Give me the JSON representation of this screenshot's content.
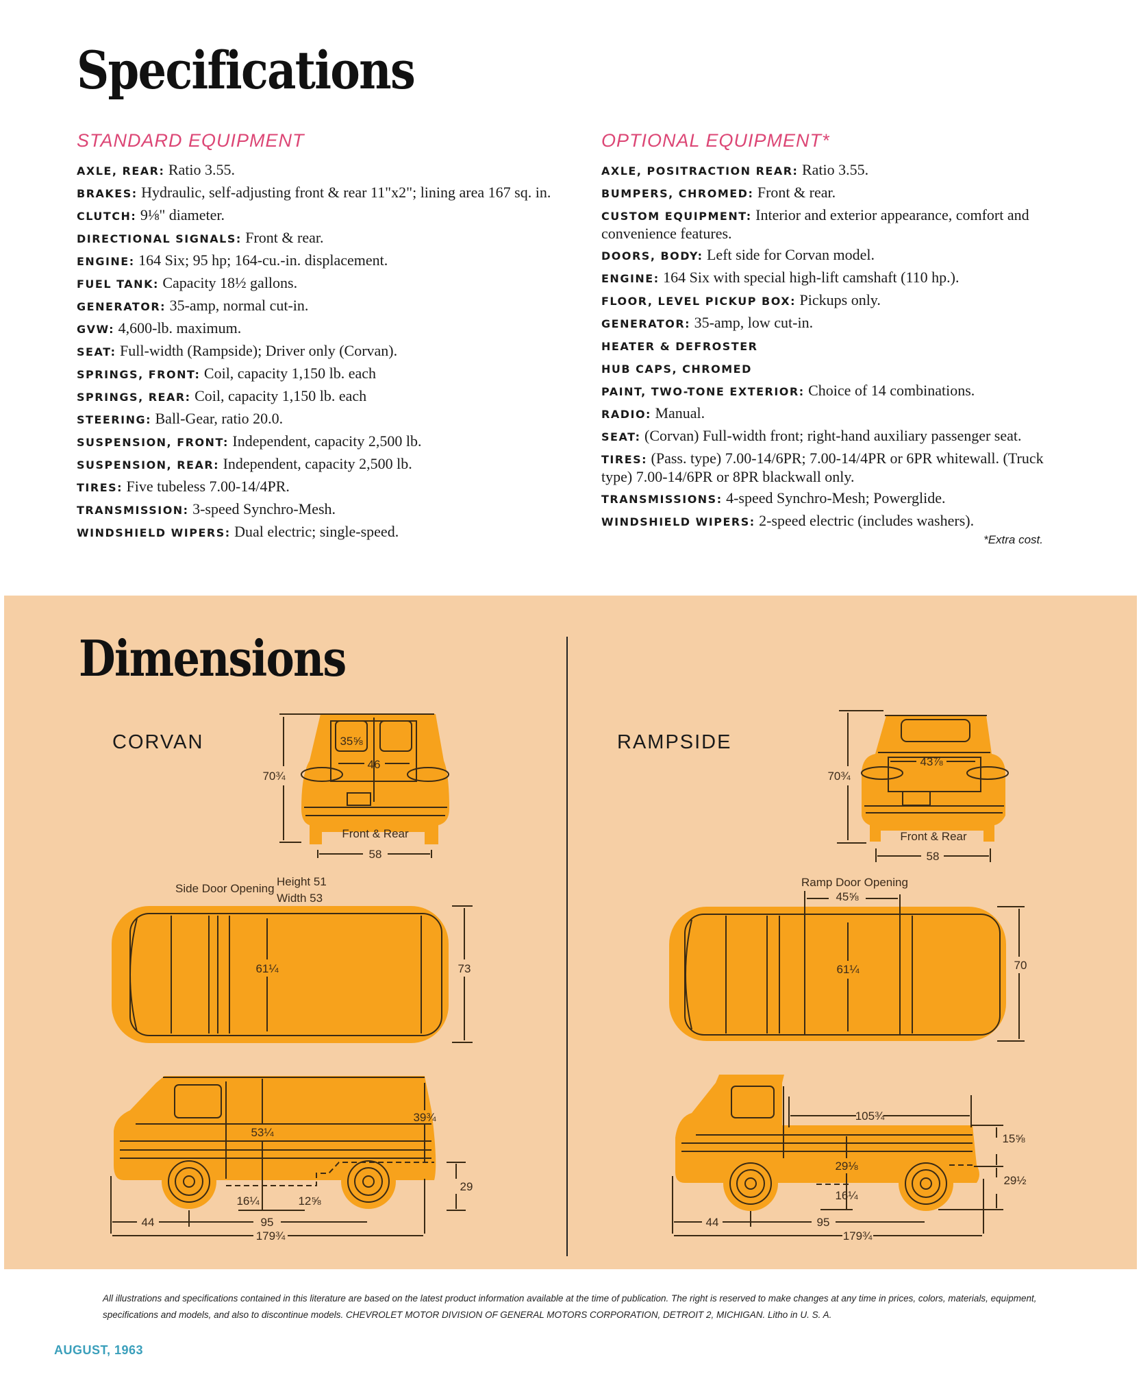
{
  "specifications": {
    "title": "Specifications",
    "standard": {
      "heading": "STANDARD EQUIPMENT",
      "items": [
        {
          "label": "AXLE, REAR:",
          "value": " Ratio 3.55."
        },
        {
          "label": "BRAKES:",
          "value": " Hydraulic, self-adjusting front & rear 11\"x2\"; lining area 167 sq. in."
        },
        {
          "label": "CLUTCH:",
          "value": " 9⅛\" diameter."
        },
        {
          "label": "DIRECTIONAL SIGNALS:",
          "value": " Front & rear."
        },
        {
          "label": "ENGINE:",
          "value": " 164 Six; 95 hp; 164-cu.-in. displacement."
        },
        {
          "label": "FUEL TANK:",
          "value": " Capacity 18½ gallons."
        },
        {
          "label": "GENERATOR:",
          "value": " 35-amp, normal cut-in."
        },
        {
          "label": "GVW:",
          "value": " 4,600-lb. maximum."
        },
        {
          "label": "SEAT:",
          "value": " Full-width (Rampside); Driver only (Corvan)."
        },
        {
          "label": "SPRINGS, FRONT:",
          "value": " Coil, capacity 1,150 lb. each"
        },
        {
          "label": "SPRINGS, REAR:",
          "value": " Coil, capacity 1,150 lb. each"
        },
        {
          "label": "STEERING:",
          "value": " Ball-Gear, ratio 20.0."
        },
        {
          "label": "SUSPENSION, FRONT:",
          "value": " Independent, capacity 2,500 lb."
        },
        {
          "label": "SUSPENSION, REAR:",
          "value": " Independent, capacity 2,500 lb."
        },
        {
          "label": "TIRES:",
          "value": " Five tubeless 7.00-14/4PR."
        },
        {
          "label": "TRANSMISSION:",
          "value": " 3-speed Synchro-Mesh."
        },
        {
          "label": "WINDSHIELD WIPERS:",
          "value": " Dual electric; single-speed."
        }
      ]
    },
    "optional": {
      "heading": "OPTIONAL EQUIPMENT*",
      "items": [
        {
          "label": "AXLE, POSITRACTION REAR:",
          "value": " Ratio 3.55."
        },
        {
          "label": "BUMPERS, CHROMED:",
          "value": " Front & rear."
        },
        {
          "label": "CUSTOM EQUIPMENT:",
          "value": " Interior and exterior appearance, comfort and convenience features."
        },
        {
          "label": "DOORS, BODY:",
          "value": " Left side for Corvan model."
        },
        {
          "label": "ENGINE:",
          "value": " 164 Six with special high-lift camshaft (110 hp.)."
        },
        {
          "label": "FLOOR, LEVEL PICKUP BOX:",
          "value": " Pickups only."
        },
        {
          "label": "GENERATOR:",
          "value": " 35-amp, low cut-in."
        },
        {
          "label": "HEATER & DEFROSTER",
          "value": ""
        },
        {
          "label": "HUB CAPS, CHROMED",
          "value": ""
        },
        {
          "label": "PAINT, TWO-TONE EXTERIOR:",
          "value": " Choice of 14 combinations."
        },
        {
          "label": "RADIO:",
          "value": " Manual."
        },
        {
          "label": "SEAT:",
          "value": " (Corvan) Full-width front; right-hand auxiliary passenger seat."
        },
        {
          "label": "TIRES:",
          "value": " (Pass. type) 7.00-14/6PR; 7.00-14/4PR or 6PR whitewall. (Truck type) 7.00-14/6PR or 8PR blackwall only."
        },
        {
          "label": "TRANSMISSIONS:",
          "value": " 4-speed Synchro-Mesh; Powerglide."
        },
        {
          "label": "WINDSHIELD WIPERS:",
          "value": " 2-speed electric (includes washers)."
        }
      ],
      "note": "*Extra cost."
    }
  },
  "dimensions": {
    "title": "Dimensions",
    "corvan": {
      "name": "CORVAN",
      "rear": {
        "height": "70¾",
        "window": "35⅝",
        "door_width": "46",
        "caption": "Front & Rear",
        "tread": "58"
      },
      "side_door": {
        "label": "Side Door Opening",
        "height": "Height 51",
        "width": "Width 53"
      },
      "top": {
        "inner_width": "61¼",
        "overall_width": "73"
      },
      "side": {
        "interior_height": "53¼",
        "rear_height": "39¾",
        "floor_front": "16¼",
        "floor_rear": "12⅝",
        "bumper_height": "29",
        "front_overhang": "44",
        "wheelbase": "95",
        "overall_length": "179¾"
      }
    },
    "rampside": {
      "name": "RAMPSIDE",
      "rear": {
        "height": "70¾",
        "gate_width": "43⅞",
        "caption": "Front & Rear",
        "tread": "58"
      },
      "ramp_door": {
        "label": "Ramp Door Opening",
        "width": "45⅝"
      },
      "top": {
        "inner_width": "61¼",
        "overall_width": "70"
      },
      "side": {
        "bed_length": "105¾",
        "side_height": "15⅝",
        "box_depth": "29⅛",
        "floor_height": "16¼",
        "rear_height": "29½",
        "front_overhang": "44",
        "wheelbase": "95",
        "overall_length": "179¾"
      }
    }
  },
  "footer": {
    "disclaimer": "All illustrations and specifications contained in this literature are based on the latest product information available at the time of publication. The right is reserved to make changes at any time in prices, colors, materials, equipment, specifications and models, and also to discontinue models. CHEVROLET MOTOR DIVISION OF GENERAL MOTORS CORPORATION, DETROIT 2, MICHIGAN. Litho in U. S. A.",
    "date": "AUGUST, 1963"
  },
  "colors": {
    "heading_pink": "#dc4675",
    "panel": "#f6cfa5",
    "vehicle_orange": "#f7a21c",
    "date_teal": "#3a9fbb"
  }
}
